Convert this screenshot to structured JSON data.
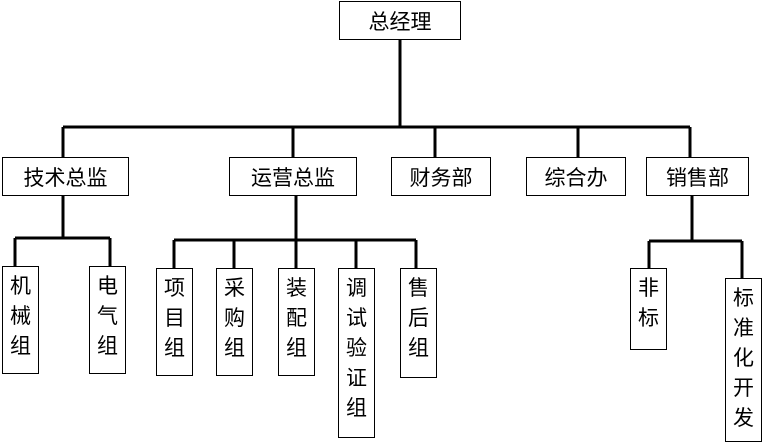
{
  "root": "总经理",
  "departments": [
    {
      "label": "技术总监",
      "children": [
        "机械组",
        "电气组"
      ]
    },
    {
      "label": "运营总监",
      "children": [
        "项目组",
        "采购组",
        "装配组",
        "调试验证组",
        "售后组"
      ]
    },
    {
      "label": "财务部",
      "children": []
    },
    {
      "label": "综合办",
      "children": []
    },
    {
      "label": "销售部",
      "children": [
        "非标",
        "标准化开发"
      ]
    }
  ]
}
